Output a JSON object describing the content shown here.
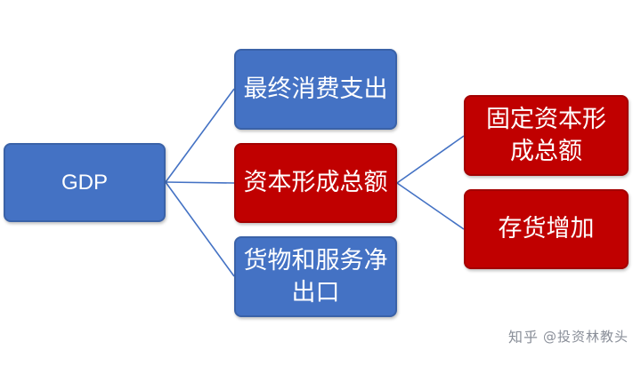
{
  "diagram": {
    "root": "GDP",
    "consumption": "最终消费支出",
    "capital_formation": "资本形成总额",
    "net_exports": "货物和服务净出口",
    "fixed_capital": "固定资本形成总额",
    "inventory": "存货增加"
  },
  "colors": {
    "blue_node": "#4472c4",
    "red_node": "#c00000",
    "connector": "#4472c4"
  },
  "watermark": {
    "logo": "知乎",
    "text": "@投资林教头"
  }
}
